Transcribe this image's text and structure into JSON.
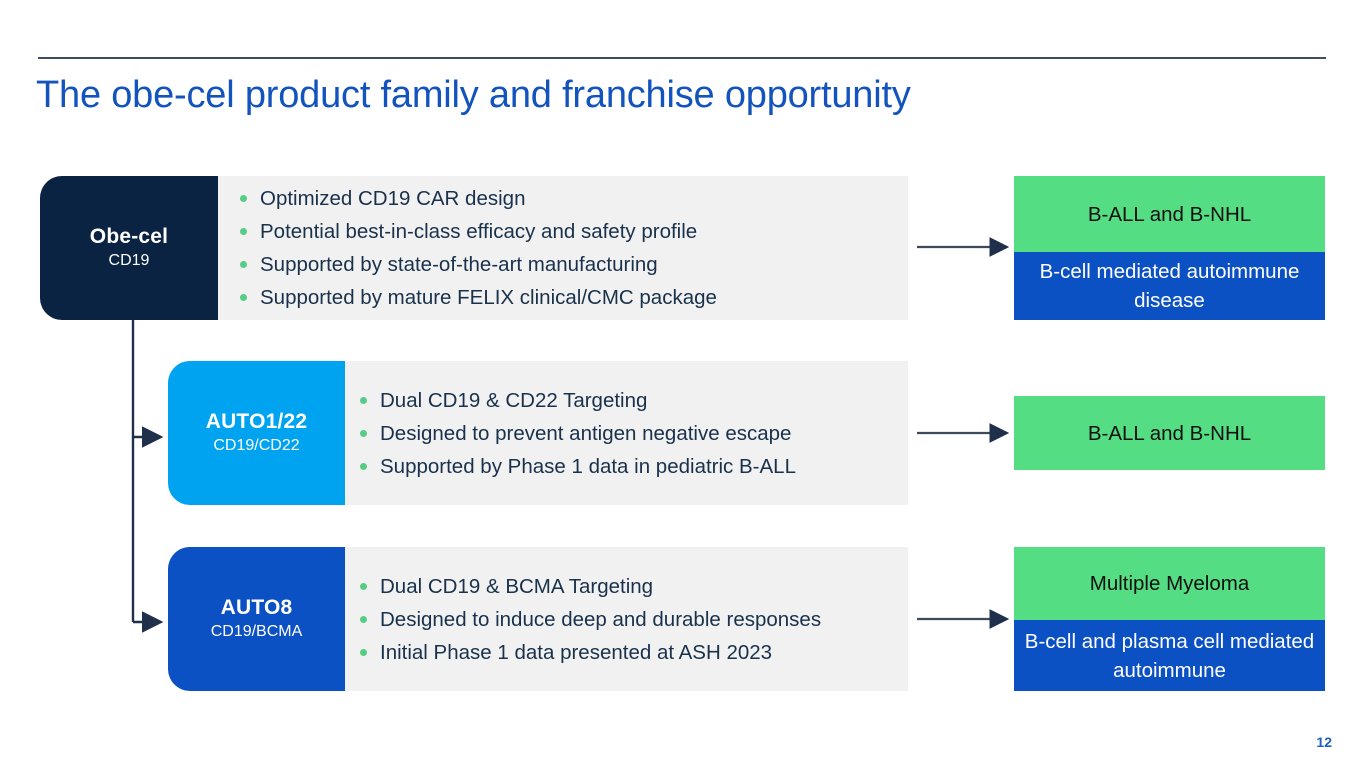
{
  "slide": {
    "title": "The obe-cel product family and franchise opportunity",
    "page_number": "12",
    "colors": {
      "title_blue": "#1253be",
      "navy": "#0a2342",
      "cyan": "#00a3f0",
      "blue": "#0c51c4",
      "green": "#55dd84",
      "panel_gray": "#f1f1f1",
      "bullet_green": "#56cc86",
      "rule": "#3f4d5e",
      "arrow": "#20304a"
    }
  },
  "rows": [
    {
      "product": {
        "name": "Obe-cel",
        "subtitle": "CD19"
      },
      "bullets": [
        "Optimized CD19 CAR design",
        "Potential best-in-class efficacy and safety profile",
        "Supported by state-of-the-art manufacturing",
        "Supported by mature FELIX clinical/CMC package"
      ],
      "outcomes": [
        {
          "text": "B-ALL and B-NHL",
          "style": "green"
        },
        {
          "text": "B-cell mediated autoimmune disease",
          "style": "blue"
        }
      ]
    },
    {
      "product": {
        "name": "AUTO1/22",
        "subtitle": "CD19/CD22"
      },
      "bullets": [
        "Dual CD19 & CD22 Targeting",
        "Designed to prevent antigen negative escape",
        "Supported by Phase 1 data in pediatric B-ALL"
      ],
      "outcomes": [
        {
          "text": "B-ALL and B-NHL",
          "style": "green"
        }
      ]
    },
    {
      "product": {
        "name": "AUTO8",
        "subtitle": "CD19/BCMA"
      },
      "bullets": [
        "Dual CD19 & BCMA Targeting",
        "Designed to induce deep and durable responses",
        "Initial Phase 1 data presented at ASH 2023"
      ],
      "outcomes": [
        {
          "text": "Multiple Myeloma",
          "style": "green"
        },
        {
          "text": "B-cell and plasma cell mediated autoimmune",
          "style": "blue"
        }
      ]
    }
  ]
}
